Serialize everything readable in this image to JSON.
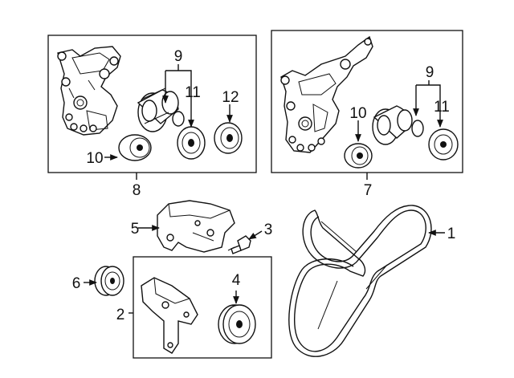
{
  "callouts": {
    "c1": "1",
    "c2": "2",
    "c3": "3",
    "c4": "4",
    "c5": "5",
    "c6": "6",
    "c7": "7",
    "c8": "8",
    "c9a": "9",
    "c9b": "9",
    "c10a": "10",
    "c10b": "10",
    "c11a": "11",
    "c11b": "11",
    "c12": "12"
  }
}
